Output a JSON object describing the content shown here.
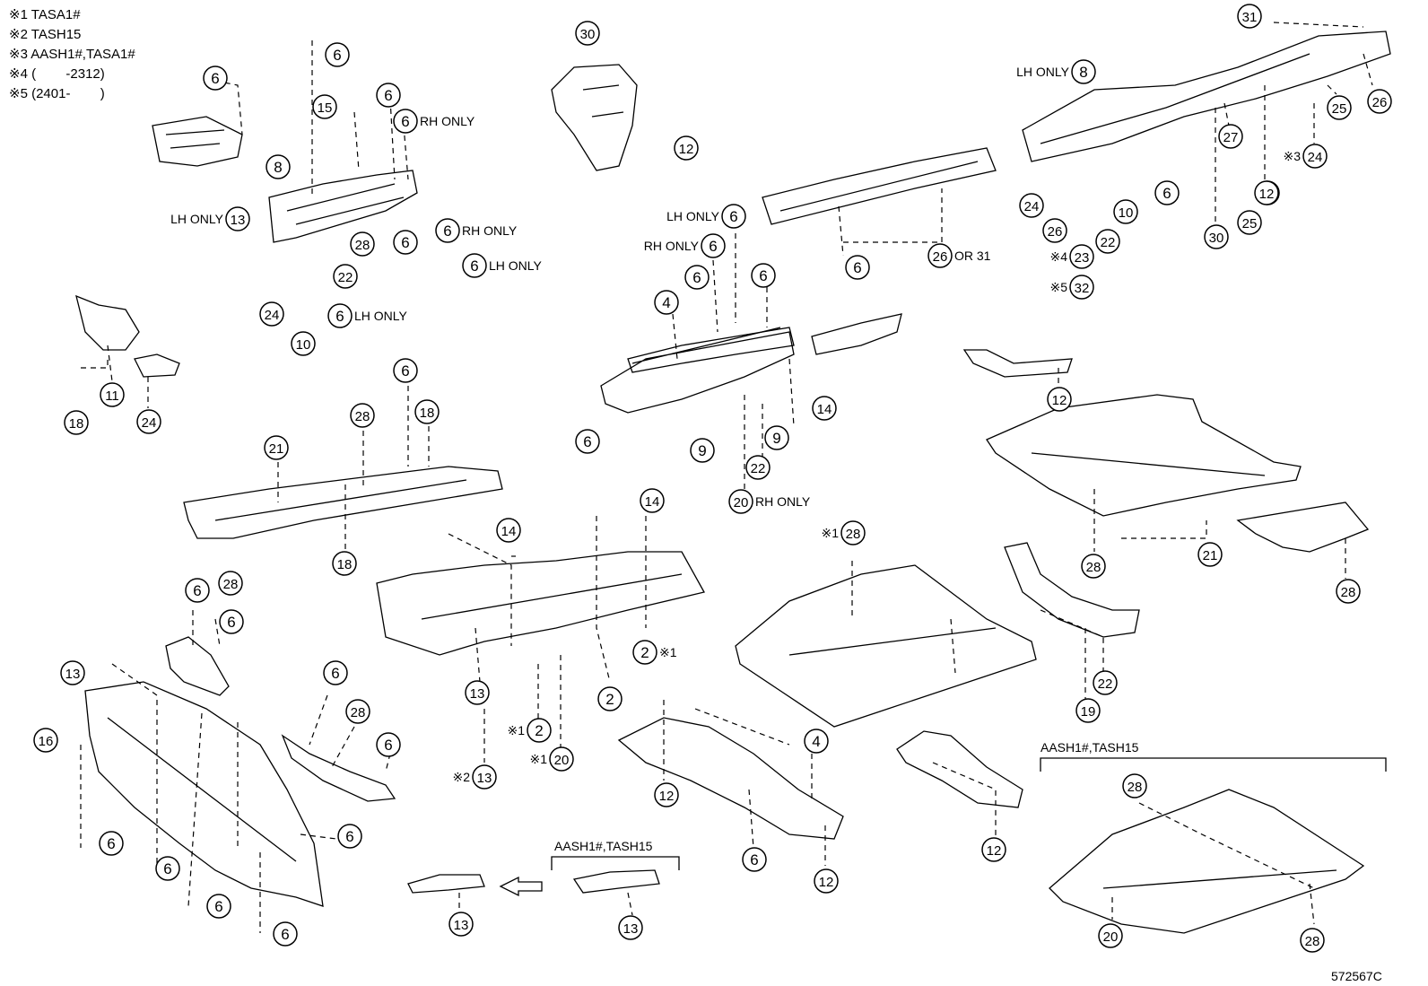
{
  "notes": [
    "※1 TASA1#",
    "※2 TASH15",
    "※3 AASH1#,TASA1#",
    "※4 (        -2312)",
    "※5 (2401-        )"
  ],
  "group_labels": {
    "aash_tash_bottom_center": "AASH1#,TASH15",
    "aash_tash_bottom_right": "AASH1#,TASH15"
  },
  "figure_id": "572567C",
  "callouts": [
    {
      "num": "6",
      "tag": ""
    },
    {
      "num": "6",
      "tag": ""
    },
    {
      "num": "30",
      "tag": ""
    },
    {
      "num": "31",
      "tag": ""
    },
    {
      "num": "8",
      "tag": "LH ONLY"
    },
    {
      "num": "26",
      "tag": ""
    },
    {
      "num": "25",
      "tag": ""
    },
    {
      "num": "27",
      "tag": ""
    },
    {
      "num": "24",
      "tag": "※3"
    },
    {
      "num": "12",
      "tag": ""
    },
    {
      "num": "6",
      "tag": ""
    },
    {
      "num": "15",
      "tag": ""
    },
    {
      "num": "6",
      "tag": "RH ONLY"
    },
    {
      "num": "8",
      "tag": ""
    },
    {
      "num": "12",
      "tag": ""
    },
    {
      "num": "6",
      "tag": "RH ONLY"
    },
    {
      "num": "6",
      "tag": ""
    },
    {
      "num": "13",
      "tag": "LH ONLY"
    },
    {
      "num": "28",
      "tag": ""
    },
    {
      "num": "6",
      "tag": "LH ONLY"
    },
    {
      "num": "22",
      "tag": ""
    },
    {
      "num": "24",
      "tag": ""
    },
    {
      "num": "6",
      "tag": "LH ONLY"
    },
    {
      "num": "10",
      "tag": ""
    },
    {
      "num": "24",
      "tag": ""
    },
    {
      "num": "26",
      "tag": ""
    },
    {
      "num": "23",
      "tag": "※4"
    },
    {
      "num": "32",
      "tag": "※5"
    },
    {
      "num": "6",
      "tag": ""
    },
    {
      "num": "10",
      "tag": ""
    },
    {
      "num": "22",
      "tag": ""
    },
    {
      "num": "30",
      "tag": ""
    },
    {
      "num": "25",
      "tag": ""
    },
    {
      "num": "12",
      "tag": ""
    },
    {
      "num": "6",
      "tag": ""
    },
    {
      "num": "26",
      "tag": "OR 31"
    },
    {
      "num": "6",
      "tag": "LH ONLY"
    },
    {
      "num": "6",
      "tag": "RH ONLY"
    },
    {
      "num": "4",
      "tag": ""
    },
    {
      "num": "6",
      "tag": ""
    },
    {
      "num": "6",
      "tag": ""
    },
    {
      "num": "11",
      "tag": ""
    },
    {
      "num": "18",
      "tag": ""
    },
    {
      "num": "24",
      "tag": ""
    },
    {
      "num": "14",
      "tag": ""
    },
    {
      "num": "6",
      "tag": ""
    },
    {
      "num": "9",
      "tag": ""
    },
    {
      "num": "9",
      "tag": ""
    },
    {
      "num": "22",
      "tag": ""
    },
    {
      "num": "20",
      "tag": "RH ONLY"
    },
    {
      "num": "12",
      "tag": ""
    },
    {
      "num": "6",
      "tag": ""
    },
    {
      "num": "28",
      "tag": ""
    },
    {
      "num": "18",
      "tag": ""
    },
    {
      "num": "21",
      "tag": ""
    },
    {
      "num": "18",
      "tag": ""
    },
    {
      "num": "21",
      "tag": ""
    },
    {
      "num": "28",
      "tag": ""
    },
    {
      "num": "28",
      "tag": ""
    },
    {
      "num": "14",
      "tag": ""
    },
    {
      "num": "14",
      "tag": ""
    },
    {
      "num": "28",
      "tag": "※1"
    },
    {
      "num": "2",
      "tag": "※1"
    },
    {
      "num": "2",
      "tag": ""
    },
    {
      "num": "13",
      "tag": ""
    },
    {
      "num": "2",
      "tag": "※1"
    },
    {
      "num": "20",
      "tag": "※1"
    },
    {
      "num": "13",
      "tag": "※2"
    },
    {
      "num": "6",
      "tag": ""
    },
    {
      "num": "28",
      "tag": ""
    },
    {
      "num": "6",
      "tag": ""
    },
    {
      "num": "13",
      "tag": ""
    },
    {
      "num": "16",
      "tag": ""
    },
    {
      "num": "6",
      "tag": ""
    },
    {
      "num": "28",
      "tag": ""
    },
    {
      "num": "6",
      "tag": ""
    },
    {
      "num": "6",
      "tag": ""
    },
    {
      "num": "6",
      "tag": ""
    },
    {
      "num": "6",
      "tag": ""
    },
    {
      "num": "6",
      "tag": ""
    },
    {
      "num": "6",
      "tag": ""
    },
    {
      "num": "4",
      "tag": ""
    },
    {
      "num": "12",
      "tag": ""
    },
    {
      "num": "6",
      "tag": ""
    },
    {
      "num": "12",
      "tag": ""
    },
    {
      "num": "22",
      "tag": ""
    },
    {
      "num": "19",
      "tag": ""
    },
    {
      "num": "12",
      "tag": ""
    },
    {
      "num": "13",
      "tag": ""
    },
    {
      "num": "13",
      "tag": ""
    },
    {
      "num": "28",
      "tag": ""
    },
    {
      "num": "20",
      "tag": ""
    },
    {
      "num": "28",
      "tag": ""
    }
  ]
}
